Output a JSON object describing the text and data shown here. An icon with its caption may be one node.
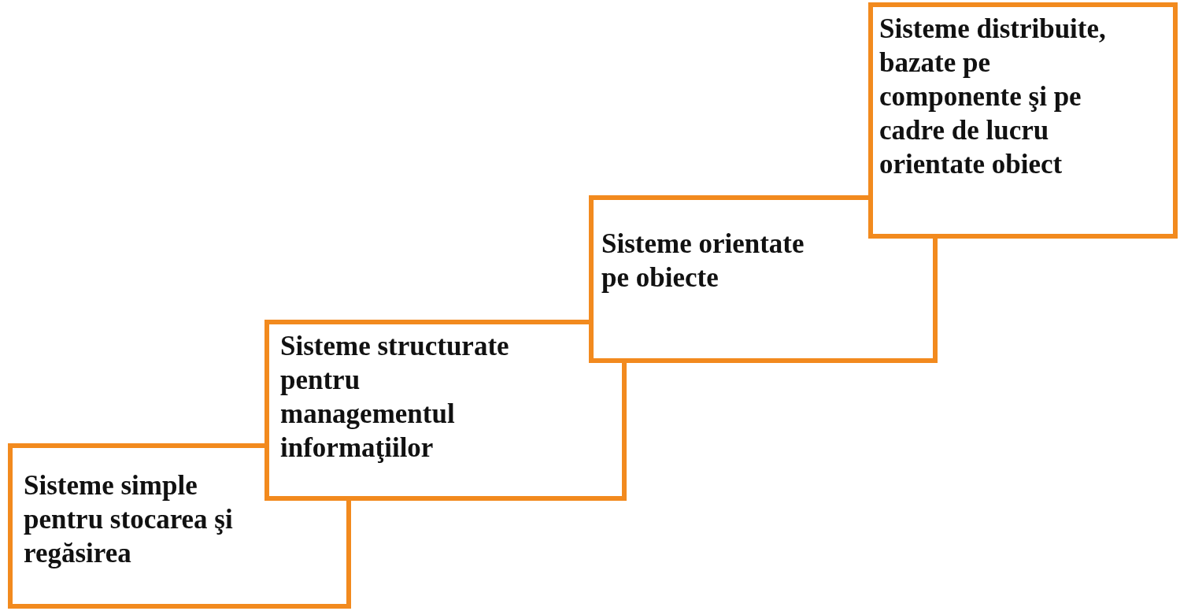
{
  "diagram": {
    "nodes": [
      {
        "text": [
          "Sisteme simple pentru stocarea şi regăsirea"
        ]
      },
      {
        "text": [
          "Sisteme structurate pentru managementul informaţiilor"
        ]
      },
      {
        "text": [
          "Sisteme orientate pe obiecte"
        ]
      },
      {
        "text": [
          "Sisteme distribuite, bazate pe componente şi pe cadre de lucru orientate obiect"
        ]
      }
    ],
    "edges": []
  }
}
